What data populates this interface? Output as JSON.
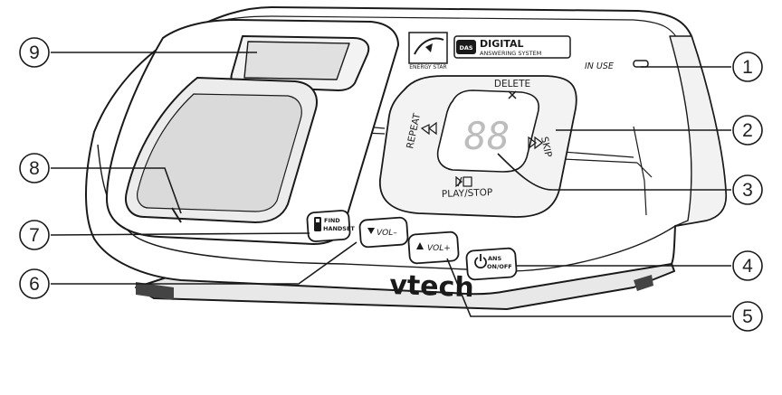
{
  "callouts": [
    "1",
    "2",
    "3",
    "4",
    "5",
    "6",
    "7",
    "8",
    "9"
  ],
  "logo": {
    "energy_star": "ENERGY STAR",
    "badge_icon": "DAS",
    "digital": "DIGITAL",
    "answering_system": "ANSWERING SYSTEM"
  },
  "labels": {
    "in_use": "IN USE",
    "delete": "DELETE",
    "repeat": "REPEAT",
    "skip": "SKIP",
    "play_stop": "PLAY/STOP",
    "display": "88"
  },
  "buttons": {
    "find_handset_line1": "FIND",
    "find_handset_line2": "HANDSET",
    "vol_down": "VOL–",
    "vol_up": "VOL+",
    "ans_line1": "ANS",
    "ans_line2": "ON/OFF"
  },
  "brand": "vtech",
  "colors": {
    "outline": "#1a1a1a",
    "body": "#ffffff",
    "shade": "#eaeaea",
    "display_digits": "#bdbdbd"
  },
  "icons": [
    "delete-x-icon",
    "repeat-icon",
    "skip-icon",
    "play-stop-icon",
    "power-icon",
    "find-handset-icon",
    "down-arrow-icon",
    "up-arrow-icon"
  ]
}
